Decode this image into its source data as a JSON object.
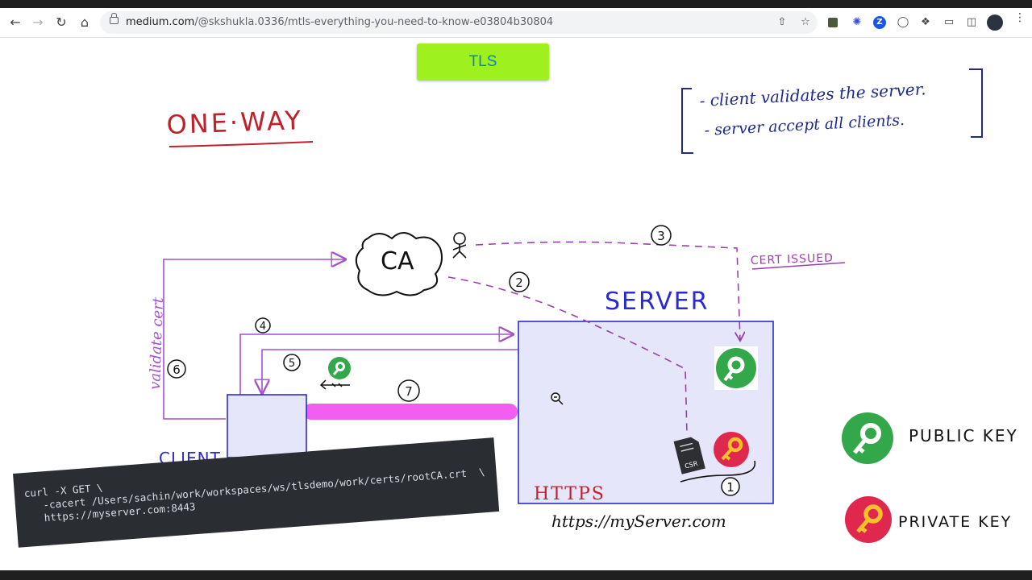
{
  "browser": {
    "url_host": "medium.com",
    "url_path": "/@skshukla.0336/mtls-everything-you-need-to-know-e03804b30804",
    "nav_icons": [
      "back-arrow-icon",
      "forward-arrow-icon",
      "reload-icon",
      "home-icon"
    ],
    "toolbar_icons": [
      "share-icon",
      "bookmark-star-icon",
      "extension-icon",
      "extension-icon",
      "extension-icon",
      "extension-icon",
      "puzzle-icon",
      "cast-icon",
      "sidebar-icon",
      "avatar",
      "menu-icon"
    ],
    "extension_letter": "Z"
  },
  "slide": {
    "tls_label": "TLS",
    "tls_color": "#9ef01f",
    "heading": "ONE·WAY",
    "notes": [
      "- client validates the server.",
      "- server accept all clients."
    ],
    "ca_label": "CA",
    "server_label": "SERVER",
    "client_label": "CLIENT",
    "https_label": "HTTPS",
    "url_label": "https://myServer.com",
    "cert_issued": "CERT ISSUED",
    "validate_cert": "validate cert",
    "csr_label": "CSR",
    "steps": [
      "1",
      "2",
      "3",
      "4",
      "5",
      "6",
      "7"
    ],
    "legend": [
      {
        "label": "PUBLIC KEY",
        "color": "#33a84a",
        "icon": "public-key-icon"
      },
      {
        "label": "PRIVATE KEY",
        "color": "#e0284f",
        "icon": "private-key-icon"
      }
    ],
    "colors": {
      "heading": "#c0202a",
      "notes": "#1e2a8c",
      "arrows": "#a64fd0",
      "dashed": "#9b3fb0",
      "secure_channel": "#f25ef0",
      "box_fill": "#e6e6fb",
      "box_stroke": "#2a2acf"
    }
  },
  "terminal": {
    "lines": [
      "curl -X GET \\",
      "   -cacert /Users/sachin/work/workspaces/ws/tlsdemo/work/certs/rootCA.crt  \\",
      "   https://myserver.com:8443"
    ]
  }
}
